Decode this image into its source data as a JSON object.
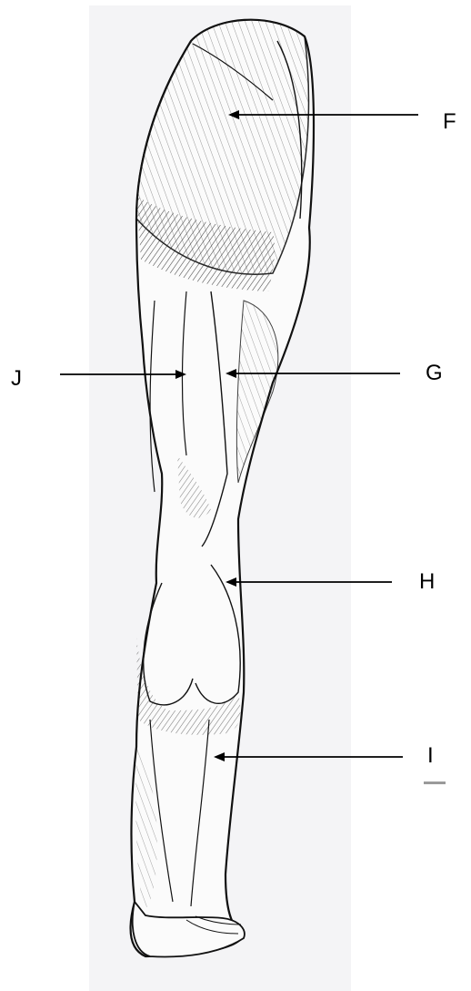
{
  "diagram": {
    "subject": "posterior-leg-muscles",
    "labels": [
      {
        "id": "F",
        "text": "F"
      },
      {
        "id": "G",
        "text": "G"
      },
      {
        "id": "J",
        "text": "J"
      },
      {
        "id": "H",
        "text": "H"
      },
      {
        "id": "I",
        "text": "I"
      }
    ]
  },
  "colors": {
    "paper": "#f4f4f6",
    "ink": "#000000",
    "shade": "#6a6a6a"
  }
}
